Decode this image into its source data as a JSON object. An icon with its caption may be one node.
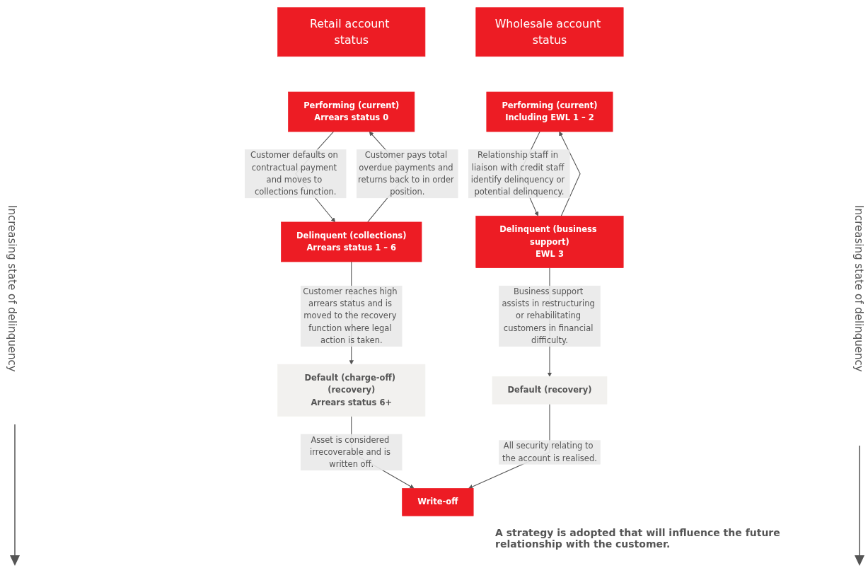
{
  "diagram": {
    "nodes": [
      {
        "text": [
          "Retail account status"
        ]
      },
      {
        "text": [
          "Wholesale account status"
        ]
      },
      {
        "text": [
          "Performing (current)",
          "Arrears status 0"
        ]
      },
      {
        "text": [
          "Performing (current)",
          "Including EWL 1 – 2"
        ]
      },
      {
        "text": [
          "Delinquent (collections)",
          "Arrears status 1 – 6"
        ]
      },
      {
        "text": [
          "Delinquent (business support)",
          "EWL 3"
        ]
      },
      {
        "text": [
          "Default (charge-off) (recovery)",
          "Arrears status 6+"
        ]
      },
      {
        "text": [
          "Default (recovery)"
        ]
      },
      {
        "text": [
          "Write-off"
        ]
      }
    ],
    "edges": [
      {
        "from": 2,
        "to": 4,
        "arrow": "to",
        "label": "Customer defaults on contractual payment and moves to collections function."
      },
      {
        "from": 4,
        "to": 2,
        "arrow": "to",
        "label": "Customer pays total overdue payments and returns back to in order position."
      },
      {
        "from": 3,
        "to": 5,
        "arrow": "to",
        "label": "Relationship staff in liaison with credit staff identify delinquency or potential delinquency."
      },
      {
        "from": 5,
        "to": 3,
        "arrow": "to"
      },
      {
        "from": 4,
        "to": 6,
        "arrow": "to",
        "label": "Customer reaches high arrears status and is moved to the recovery function where legal action is taken."
      },
      {
        "from": 5,
        "to": 7,
        "arrow": "to",
        "label": "Business support assists in restructuring or rehabilitating customers in financial difficulty."
      },
      {
        "from": 6,
        "to": 8,
        "arrow": "to",
        "label": "Asset is considered irrecoverable and is written off."
      },
      {
        "from": 7,
        "to": 8,
        "arrow": "to",
        "label": "All security relating to the account is realised."
      }
    ],
    "labels": [
      "Increasing state of delinquency",
      "A strategy is adopted that will influence the future relationship with the customer.",
      "Increasing state of delinquency"
    ]
  }
}
